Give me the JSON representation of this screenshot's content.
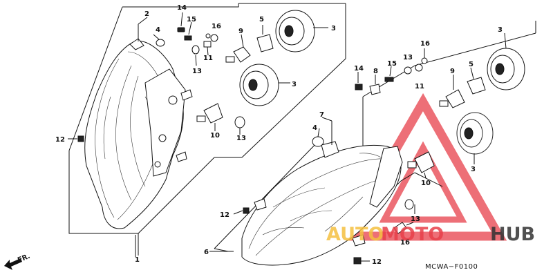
{
  "labels": {
    "p1": "1",
    "p2": "2",
    "p3a": "3",
    "p3b": "3",
    "p3c": "3",
    "p3d": "3",
    "p4a": "4",
    "p4b": "4",
    "p5a": "5",
    "p5b": "5",
    "p6": "6",
    "p7": "7",
    "p8": "8",
    "p9a": "9",
    "p9b": "9",
    "p10a": "10",
    "p10b": "10",
    "p11a": "11",
    "p11b": "11",
    "p12a": "12",
    "p12b": "12",
    "p12c": "12",
    "p13a": "13",
    "p13b": "13",
    "p13c": "13",
    "p13d": "13",
    "p14a": "14",
    "p14b": "14",
    "p15a": "15",
    "p15b": "15",
    "p16a": "16",
    "p16b": "16",
    "p16c": "16"
  },
  "direction_label": "FR.",
  "diagram_code": "MCWA−F0100",
  "watermark": {
    "part1": "AUTO",
    "part2": "MOTO",
    "part3": "HUB",
    "colors": {
      "auto": "#f5c040",
      "moto": "#e8404a",
      "hub": "#333333",
      "triangle": "#e8404a"
    }
  }
}
